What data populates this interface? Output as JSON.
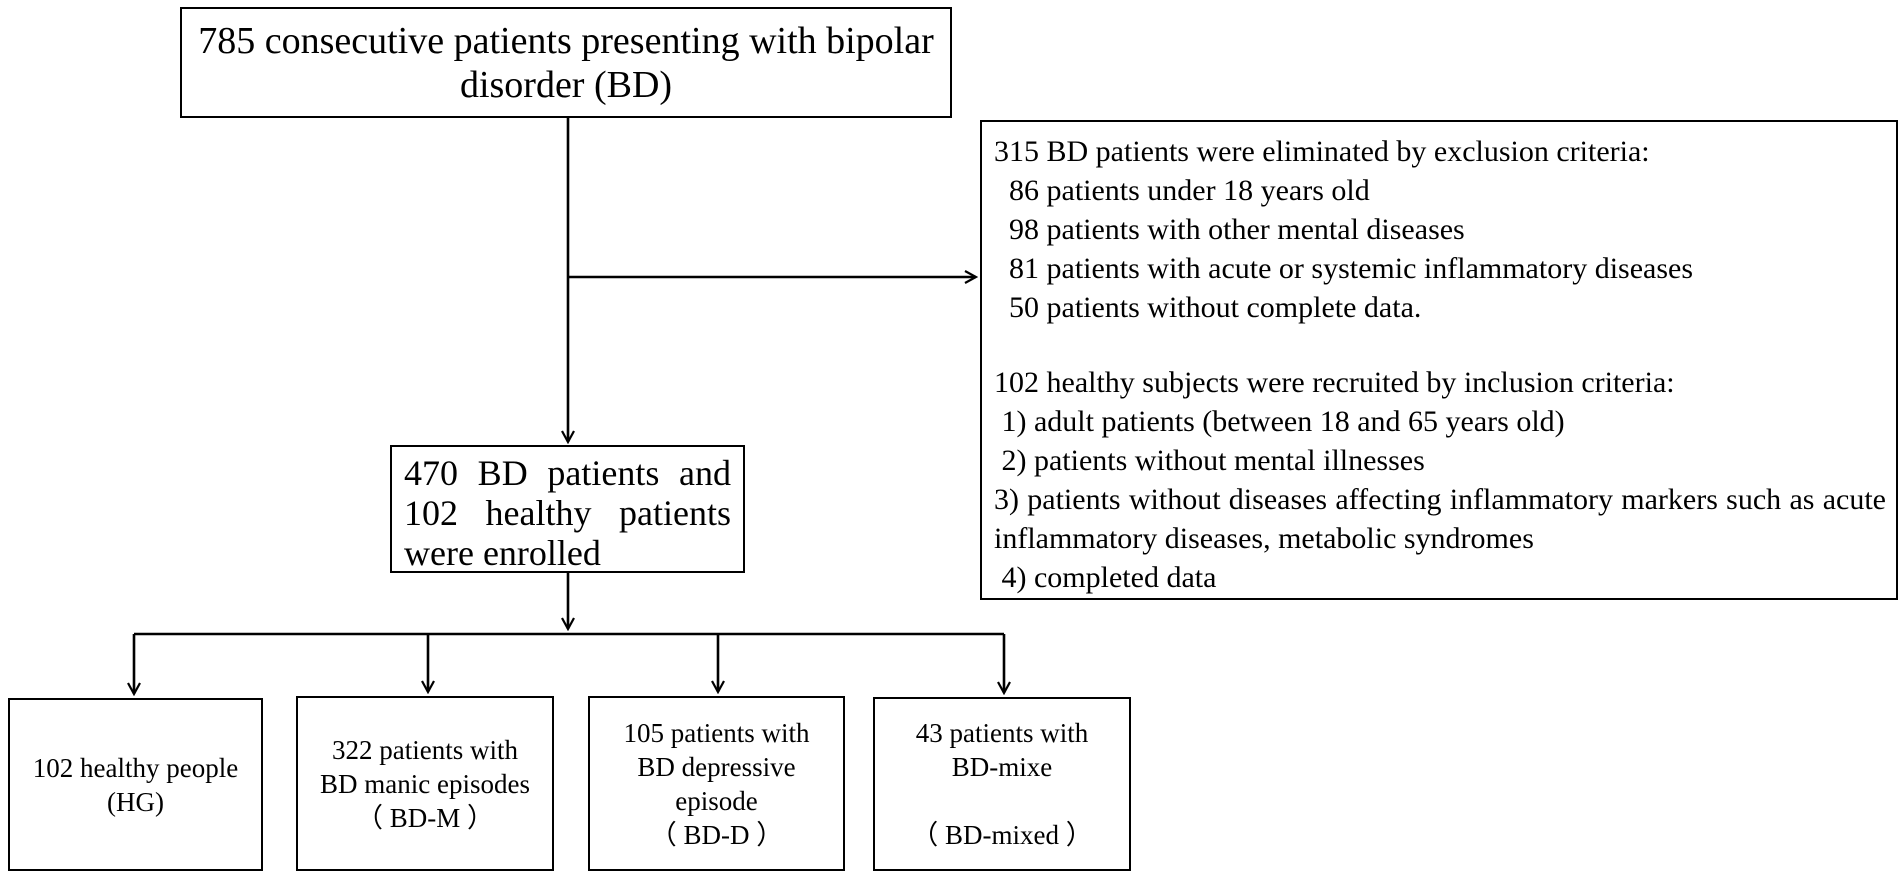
{
  "top_box": {
    "lines": [
      "785 consecutive patients presenting with bipolar",
      "disorder (BD)"
    ]
  },
  "enrolled_box": {
    "lines": [
      "470  BD patients and",
      "102  healthy patients",
      "were enrolled"
    ]
  },
  "criteria_box": {
    "exclusion_title": "315 BD patients were eliminated by exclusion criteria:",
    "exclusion_items": [
      "  86 patients under 18 years old",
      "  98 patients with other mental diseases",
      "  81 patients with acute or systemic inflammatory diseases",
      "  50 patients without complete data."
    ],
    "inclusion_title": "102 healthy subjects were recruited by inclusion criteria:",
    "inclusion_items": [
      " 1) adult patients (between 18 and 65 years old)",
      " 2) patients without mental illnesses",
      " 3) patients without diseases affecting inflammatory markers such as acute inflammatory diseases, metabolic syndromes",
      " 4) completed data"
    ]
  },
  "groups": [
    {
      "lines": [
        "102 healthy people",
        "(HG)"
      ]
    },
    {
      "lines": [
        "322 patients with",
        "BD manic episodes",
        "（ BD-M ）"
      ]
    },
    {
      "lines": [
        "105 patients with",
        "BD depressive",
        "episode",
        "（ BD-D ）"
      ]
    },
    {
      "lines": [
        "43 patients with",
        "BD-mixe",
        "",
        "（ BD-mixed ）"
      ]
    }
  ]
}
